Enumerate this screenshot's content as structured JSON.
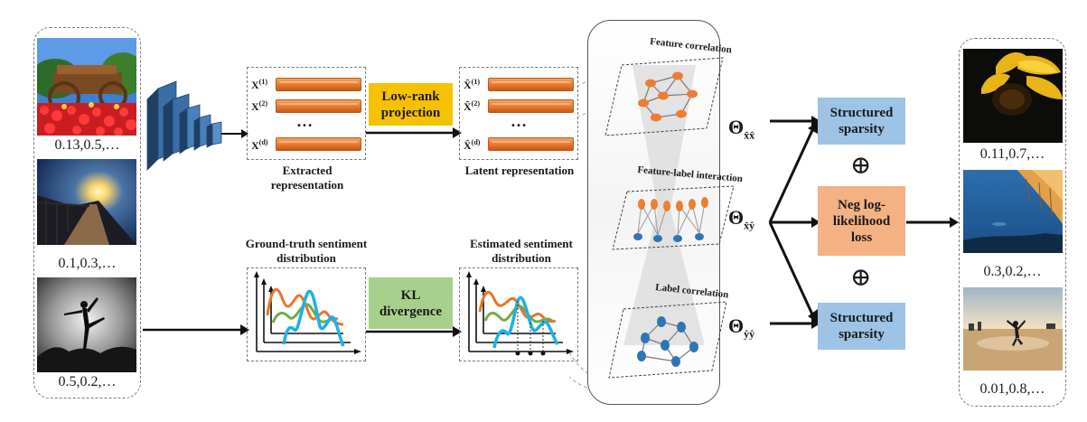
{
  "input_scores": [
    "0.13,0.5,…",
    "0.1,0.3,…",
    "0.5,0.2,…"
  ],
  "output_scores": [
    "0.11,0.7,…",
    "0.3,0.2,…",
    "0.01,0.8,…"
  ],
  "feature": {
    "vars": [
      "X",
      "X",
      "X"
    ],
    "sups": [
      "(1)",
      "(2)",
      "(d)"
    ],
    "ellipsis": "…",
    "caption": "Extracted representation"
  },
  "latent": {
    "vars": [
      "X̂",
      "X̂",
      "X̂"
    ],
    "sups": [
      "(1)",
      "(2)",
      "(d)"
    ],
    "ellipsis": "…",
    "caption": "Latent representation"
  },
  "low_rank": {
    "label": "Low-rank projection",
    "color": "#f5c100"
  },
  "kl": {
    "label": "KL divergence",
    "color": "#a8d08d"
  },
  "ground_truth": {
    "caption": "Ground-truth sentiment distribution"
  },
  "estimated": {
    "caption": "Estimated sentiment distribution"
  },
  "graph_layers": [
    "Feature correlation",
    "Feature-label interaction",
    "Label correlation"
  ],
  "thetas": [
    {
      "symbol": "Θ",
      "sub": "x̂x̂"
    },
    {
      "symbol": "Θ",
      "sub": "x̂ŷ"
    },
    {
      "symbol": "Θ",
      "sub": "ŷŷ"
    }
  ],
  "structured_sparsity": {
    "label": "Structured sparsity",
    "color": "#9dc3e6"
  },
  "neg_log": {
    "label": "Neg log-likelihood loss",
    "color": "#f4b183"
  },
  "oplus": "⊕",
  "colors": {
    "orange": "#e8742c",
    "blue": "#2e75b6",
    "green": "#70ad47",
    "cyan": "#1fb0e6",
    "cnn": "#3a6ea5"
  }
}
